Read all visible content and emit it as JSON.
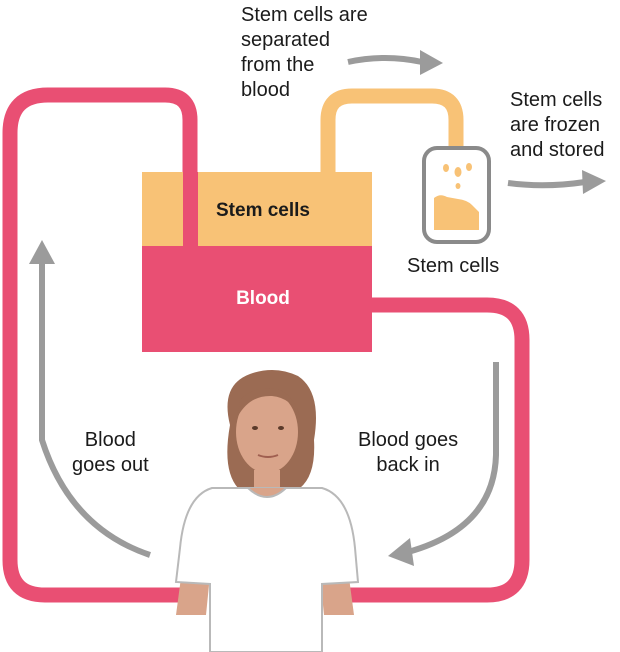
{
  "labels": {
    "separated": "Stem cells are\nseparated\nfrom the\nblood",
    "frozen": "Stem cells\nare frozen\nand stored",
    "stem_cells_bag": "Stem cells",
    "blood_out": "Blood\ngoes out",
    "blood_back": "Blood goes\nback in"
  },
  "machine": {
    "stem_cells_label": "Stem cells",
    "blood_label": "Blood"
  },
  "colors": {
    "blood": "#e94f73",
    "stem_cells": "#f8c276",
    "arrow": "#9b9b9b",
    "bag_outline": "#8a8a8a",
    "skin": "#d9a48a",
    "hair": "#9b6b53",
    "shirt": "#ffffff"
  }
}
